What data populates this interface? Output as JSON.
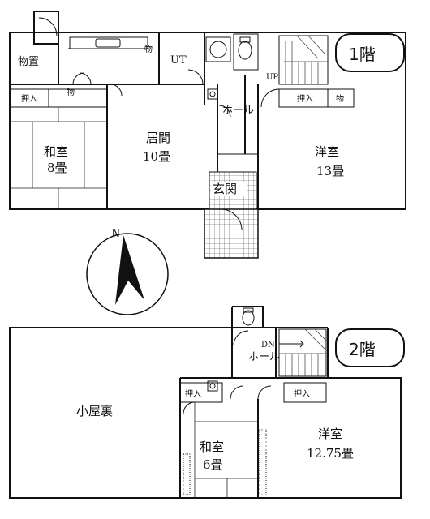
{
  "floor1": {
    "badge": "1階",
    "rooms": {
      "storage_outer": "物置",
      "washitsu": {
        "name": "和室",
        "size": "8畳"
      },
      "oshiire_left": "押入",
      "mono_small_left": "物",
      "mono_top": "物",
      "ut": "UT",
      "ima": {
        "name": "居間",
        "size": "10畳"
      },
      "hall": "ホール",
      "genkan": "玄関",
      "oshiire_right": "押入",
      "mono_right": "物",
      "up": "UP",
      "youshitsu": {
        "name": "洋室",
        "size": "13畳"
      }
    }
  },
  "floor2": {
    "badge": "2階",
    "rooms": {
      "attic": "小屋裏",
      "dn": "DN",
      "hall": "ホール",
      "oshiire_left": "押入",
      "oshiire_right": "押入",
      "washitsu": {
        "name": "和室",
        "size": "6畳"
      },
      "youshitsu": {
        "name": "洋室",
        "size": "12.75畳"
      }
    }
  },
  "compass": {
    "north": "N"
  }
}
